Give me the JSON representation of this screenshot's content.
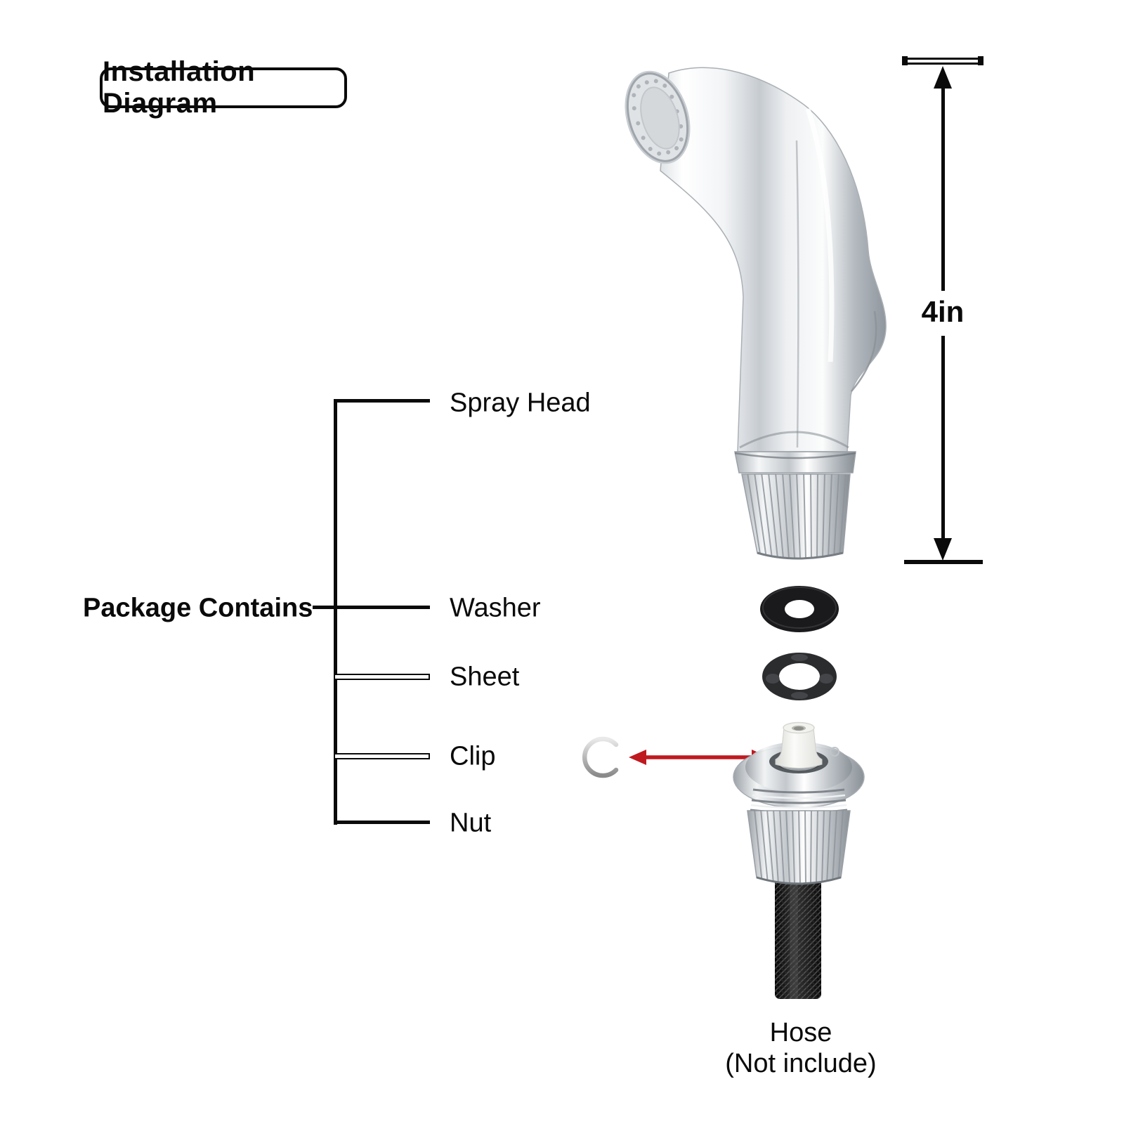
{
  "title": "Installation Diagram",
  "package_contains": {
    "label": "Package Contains",
    "items": [
      {
        "label": "Spray Head"
      },
      {
        "label": "Washer"
      },
      {
        "label": "Sheet"
      },
      {
        "label": "Clip"
      },
      {
        "label": "Nut"
      }
    ]
  },
  "dimension": {
    "value": "4in"
  },
  "hose_note": {
    "name": "Hose",
    "note": "(Not include)"
  },
  "figures": {
    "spray_head": "spray-head-photo",
    "washer": "washer-photo",
    "sheet": "sheet-photo",
    "clip": "clip-photo",
    "nut": "nut-photo",
    "hose": "hose-photo",
    "transfer_arrow": "red-double-arrow"
  },
  "colors": {
    "text": "#0a0a0a",
    "line": "#000000",
    "arrow_red": "#bf1a20",
    "washer_black": "#1a1a1c",
    "sheet_gray": "#2b2c2e",
    "hose_black": "#141414",
    "chrome_light": "#f7f8f9",
    "chrome_mid": "#c6cbd0",
    "chrome_dark": "#9aa0a6"
  }
}
